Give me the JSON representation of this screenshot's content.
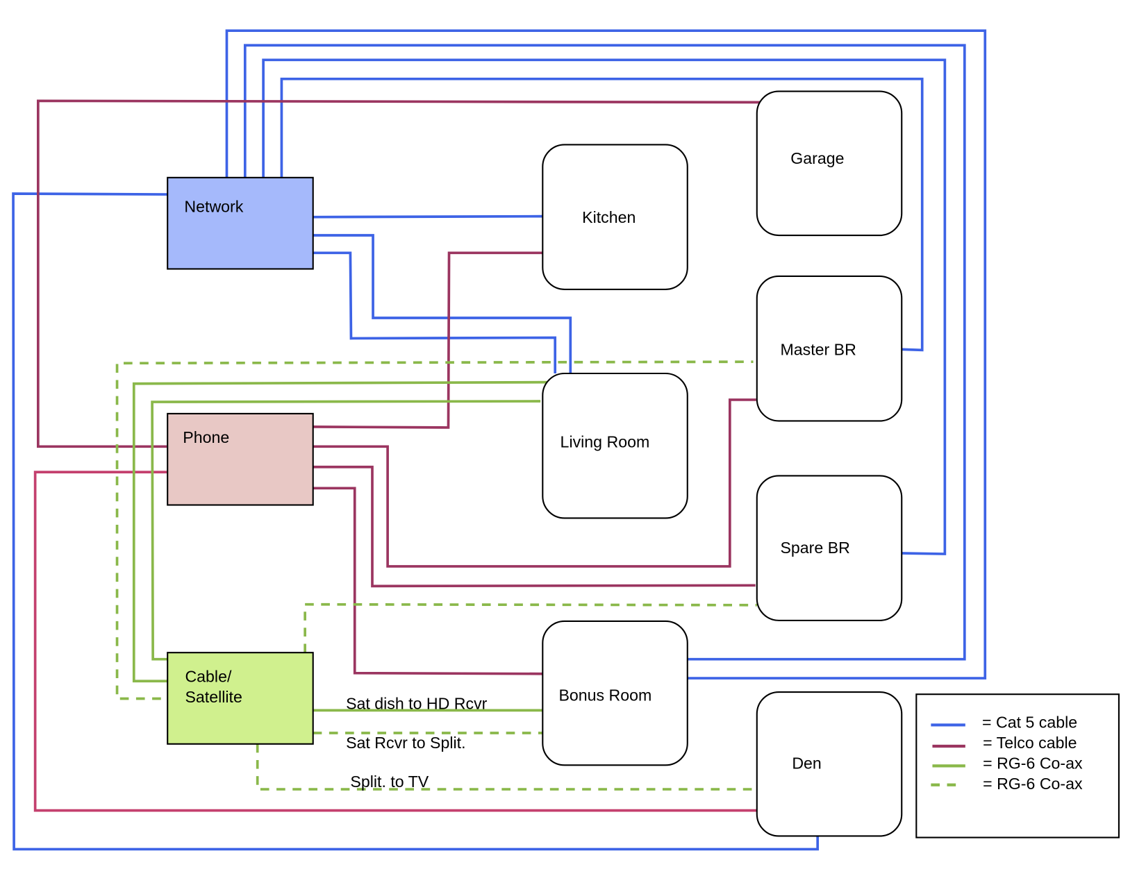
{
  "devices": {
    "network": {
      "label": "Network",
      "color": "#a5b9fb"
    },
    "phone": {
      "label": "Phone",
      "color": "#e8c8c5"
    },
    "cable": {
      "label_line1": "Cable/",
      "label_line2": "Satellite",
      "color": "#d0f08e"
    }
  },
  "rooms": {
    "kitchen": "Kitchen",
    "garage": "Garage",
    "master_br": "Master BR",
    "living_room": "Living Room",
    "spare_br": "Spare BR",
    "bonus_room": "Bonus Room",
    "den": "Den"
  },
  "annotations": {
    "sat_dish": "Sat dish to HD Rcvr",
    "sat_rcvr": "Sat Rcvr to Split.",
    "split_tv": "Split. to TV"
  },
  "legend": [
    {
      "label": "= Cat 5 cable",
      "color": "#3d63e6",
      "style": "solid"
    },
    {
      "label": "= Telco cable",
      "color": "#9b3560",
      "style": "solid"
    },
    {
      "label": "= RG-6 Co-ax",
      "color": "#8ab84a",
      "style": "solid"
    },
    {
      "label": "= RG-6 Co-ax",
      "color": "#8ab84a",
      "style": "dashed"
    }
  ]
}
